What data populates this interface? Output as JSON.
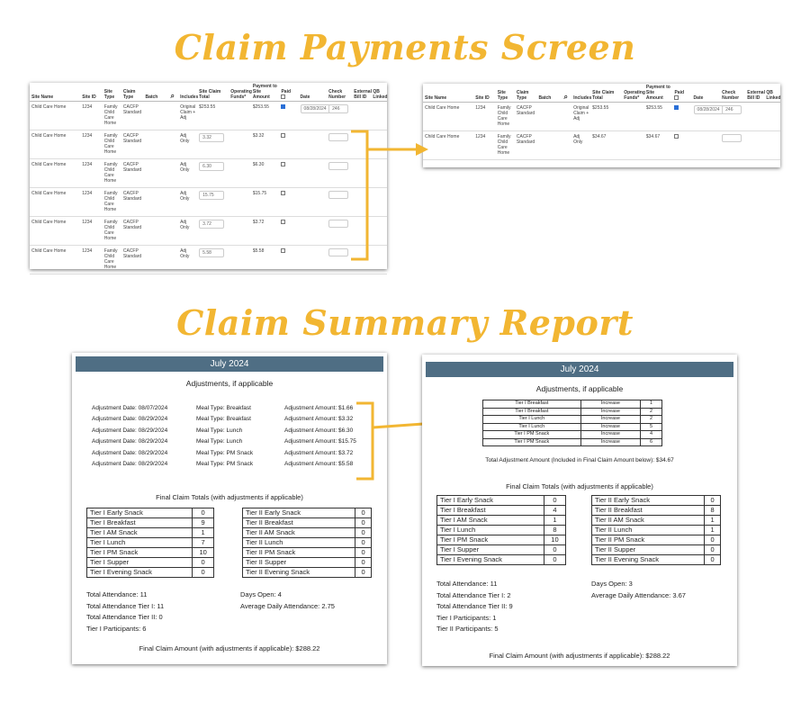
{
  "headings": {
    "claim_payments": "Claim Payments Screen",
    "claim_summary": "Claim Summary Report"
  },
  "columns": {
    "site_name": "Site Name",
    "site_id": "Site ID",
    "site_type": "Site Type",
    "claim_type": "Claim Type",
    "batch": "Batch",
    "includes": "Includes",
    "site_claim_total": "Site Claim Total",
    "operating_funds": "Operating Funds*",
    "payment_to_site": "Payment to Site Amount",
    "paid": "Paid",
    "date": "Date",
    "check_number": "Check Number",
    "external_bill_id": "External Bill ID",
    "qb_linked": "QB Linked"
  },
  "icons": {
    "search": "search-icon",
    "checkbox": "checkbox-icon"
  },
  "payments_before": [
    {
      "site_name": "Child Care Home",
      "site_id": "1234",
      "site_type": "Family Child Care Home",
      "claim_type": "CACFP Standard",
      "includes": "Original Claim + Adj",
      "claim_total": "$253.55",
      "payment": "$253.55",
      "paid": true,
      "date": "08/28/2024",
      "check": "246"
    },
    {
      "site_name": "Child Care Home",
      "site_id": "1234",
      "site_type": "Family Child Care Home",
      "claim_type": "CACFP Standard",
      "includes": "Adj Only",
      "claim_total": "3.32",
      "payment": "$3.32",
      "paid": false,
      "date": "",
      "check": ""
    },
    {
      "site_name": "Child Care Home",
      "site_id": "1234",
      "site_type": "Family Child Care Home",
      "claim_type": "CACFP Standard",
      "includes": "Adj Only",
      "claim_total": "6.30",
      "payment": "$6.30",
      "paid": false,
      "date": "",
      "check": ""
    },
    {
      "site_name": "Child Care Home",
      "site_id": "1234",
      "site_type": "Family Child Care Home",
      "claim_type": "CACFP Standard",
      "includes": "Adj Only",
      "claim_total": "15.75",
      "payment": "$15.75",
      "paid": false,
      "date": "",
      "check": ""
    },
    {
      "site_name": "Child Care Home",
      "site_id": "1234",
      "site_type": "Family Child Care Home",
      "claim_type": "CACFP Standard",
      "includes": "Adj Only",
      "claim_total": "3.72",
      "payment": "$3.72",
      "paid": false,
      "date": "",
      "check": ""
    },
    {
      "site_name": "Child Care Home",
      "site_id": "1234",
      "site_type": "Family Child Care Home",
      "claim_type": "CACFP Standard",
      "includes": "Adj Only",
      "claim_total": "5.58",
      "payment": "$5.58",
      "paid": false,
      "date": "",
      "check": ""
    }
  ],
  "payments_after": [
    {
      "site_name": "Child Care Home",
      "site_id": "1234",
      "site_type": "Family Child Care Home",
      "claim_type": "CACFP Standard",
      "includes": "Original Claim + Adj",
      "claim_total": "$253.55",
      "payment": "$253.55",
      "paid": true,
      "date": "08/28/2024",
      "check": "246"
    },
    {
      "site_name": "Child Care Home",
      "site_id": "1234",
      "site_type": "Family Child Care Home",
      "claim_type": "CACFP Standard",
      "includes": "Adj Only",
      "claim_total": "$34.67",
      "payment": "$34.67",
      "paid": false,
      "date": "",
      "check": ""
    }
  ],
  "report_before": {
    "month": "July 2024",
    "adjustments_title": "Adjustments, if applicable",
    "adjustments": [
      {
        "date": "Adjustment Date: 08/07/2024",
        "meal": "Meal Type: Breakfast",
        "amount": "Adjustment Amount: $1.66"
      },
      {
        "date": "Adjustment Date: 08/29/2024",
        "meal": "Meal Type: Breakfast",
        "amount": "Adjustment Amount: $3.32"
      },
      {
        "date": "Adjustment Date: 08/29/2024",
        "meal": "Meal Type: Lunch",
        "amount": "Adjustment Amount: $6.30"
      },
      {
        "date": "Adjustment Date: 08/29/2024",
        "meal": "Meal Type: Lunch",
        "amount": "Adjustment Amount: $15.75"
      },
      {
        "date": "Adjustment Date: 08/29/2024",
        "meal": "Meal Type: PM Snack",
        "amount": "Adjustment Amount: $3.72"
      },
      {
        "date": "Adjustment Date: 08/29/2024",
        "meal": "Meal Type: PM Snack",
        "amount": "Adjustment Amount: $5.58"
      }
    ],
    "totals_title": "Final Claim Totals (with adjustments if applicable)",
    "tier1": [
      [
        "Tier I Early Snack",
        "0"
      ],
      [
        "Tier I Breakfast",
        "9"
      ],
      [
        "Tier I AM Snack",
        "1"
      ],
      [
        "Tier I Lunch",
        "7"
      ],
      [
        "Tier I PM Snack",
        "10"
      ],
      [
        "Tier I Supper",
        "0"
      ],
      [
        "Tier I Evening Snack",
        "0"
      ]
    ],
    "tier2": [
      [
        "Tier II Early Snack",
        "0"
      ],
      [
        "Tier II Breakfast",
        "0"
      ],
      [
        "Tier II AM Snack",
        "0"
      ],
      [
        "Tier II Lunch",
        "0"
      ],
      [
        "Tier II PM Snack",
        "0"
      ],
      [
        "Tier II Supper",
        "0"
      ],
      [
        "Tier II Evening Snack",
        "0"
      ]
    ],
    "stats_left": [
      "Total Attendance: 11",
      "Total Attendance Tier I: 11",
      "Total Attendance Tier II: 0",
      "Tier I Participants: 6"
    ],
    "stats_right": [
      "Days Open: 4",
      "Average Daily Attendance: 2.75"
    ],
    "final": "Final Claim Amount (with adjustments if applicable): $288.22"
  },
  "report_after": {
    "month": "July 2024",
    "adjustments_title": "Adjustments, if applicable",
    "adjustments": [
      [
        "Tier I Breakfast",
        "Increase",
        "1"
      ],
      [
        "Tier I Breakfast",
        "Increase",
        "2"
      ],
      [
        "Tier I Lunch",
        "Increase",
        "2"
      ],
      [
        "Tier I Lunch",
        "Increase",
        "5"
      ],
      [
        "Tier I PM Snack",
        "Increase",
        "4"
      ],
      [
        "Tier I PM Snack",
        "Increase",
        "6"
      ]
    ],
    "total_adjustment": "Total Adjustment Amount (Included in Final Claim Amount below): $34.67",
    "totals_title": "Final Claim Totals (with adjustments if applicable)",
    "tier1": [
      [
        "Tier I Early Snack",
        "0"
      ],
      [
        "Tier I Breakfast",
        "4"
      ],
      [
        "Tier I AM Snack",
        "1"
      ],
      [
        "Tier I Lunch",
        "8"
      ],
      [
        "Tier I PM Snack",
        "10"
      ],
      [
        "Tier I Supper",
        "0"
      ],
      [
        "Tier I Evening Snack",
        "0"
      ]
    ],
    "tier2": [
      [
        "Tier II Early Snack",
        "0"
      ],
      [
        "Tier II Breakfast",
        "8"
      ],
      [
        "Tier II AM Snack",
        "1"
      ],
      [
        "Tier II Lunch",
        "1"
      ],
      [
        "Tier II PM Snack",
        "0"
      ],
      [
        "Tier II Supper",
        "0"
      ],
      [
        "Tier II Evening Snack",
        "0"
      ]
    ],
    "stats_left": [
      "Total Attendance: 11",
      "Total Attendance Tier I: 2",
      "Total Attendance Tier II: 9",
      "Tier I Participants: 1",
      "Tier II Participants: 5"
    ],
    "stats_right": [
      "Days Open: 3",
      "Average Daily Attendance: 3.67"
    ],
    "final": "Final Claim Amount (with adjustments if applicable): $288.22"
  },
  "colors": {
    "accent": "#f2b632",
    "report_header": "#4f6e84",
    "checkbox_checked": "#2a6fd6"
  }
}
